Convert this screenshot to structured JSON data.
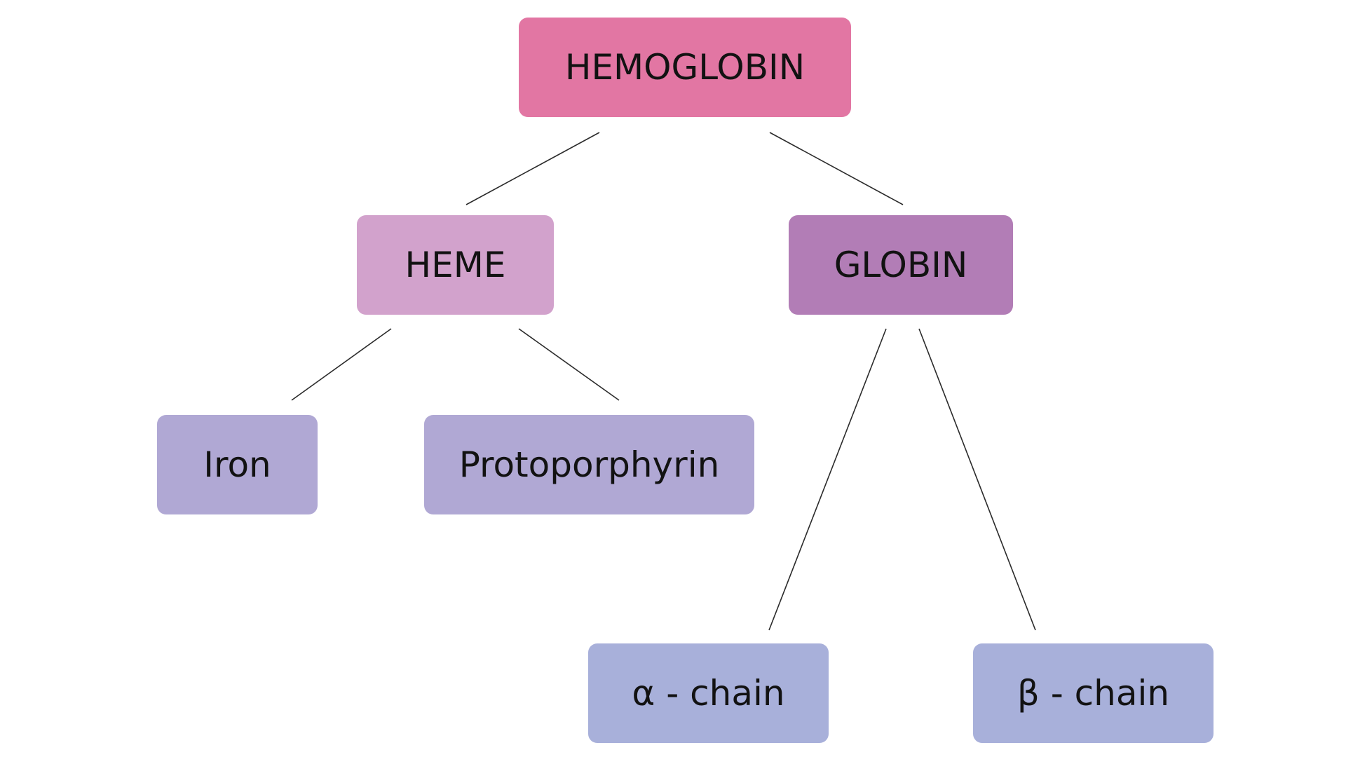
{
  "diagram": {
    "type": "tree",
    "nodes": {
      "hemoglobin": {
        "label": "HEMOGLOBIN",
        "color": "#e276a3"
      },
      "heme": {
        "label": "HEME",
        "color": "#d2a2cc"
      },
      "globin": {
        "label": "GLOBIN",
        "color": "#b27db6"
      },
      "iron": {
        "label": "Iron",
        "color": "#b0a8d4"
      },
      "protoporphyrin": {
        "label": "Protoporphyrin",
        "color": "#b0a8d4"
      },
      "alpha_chain": {
        "label": "α - chain",
        "color": "#a8b0da"
      },
      "beta_chain": {
        "label": "β - chain",
        "color": "#a8b0da"
      }
    },
    "edges": [
      {
        "from": "hemoglobin",
        "to": "heme"
      },
      {
        "from": "hemoglobin",
        "to": "globin"
      },
      {
        "from": "heme",
        "to": "iron"
      },
      {
        "from": "heme",
        "to": "protoporphyrin"
      },
      {
        "from": "globin",
        "to": "alpha_chain"
      },
      {
        "from": "globin",
        "to": "beta_chain"
      }
    ],
    "line_color": "#2b2b2b"
  }
}
